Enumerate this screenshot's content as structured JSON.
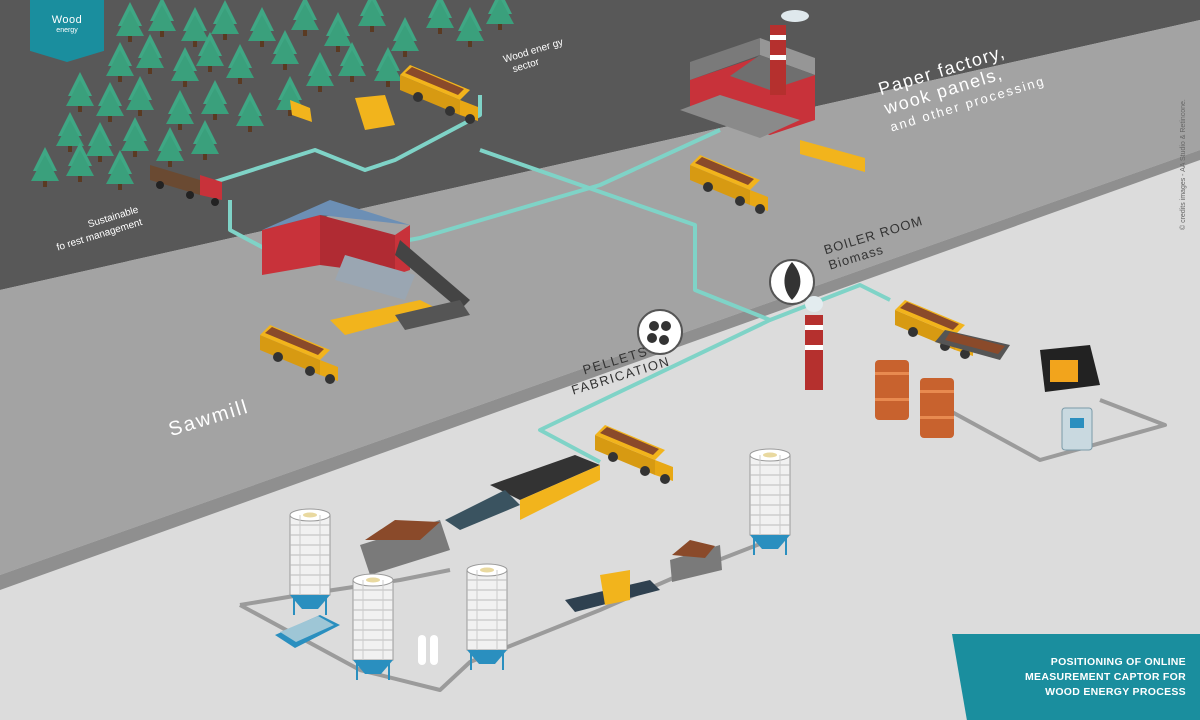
{
  "badge": {
    "title": "Wood",
    "subtitle": "energy"
  },
  "labels": {
    "wood_energy_sector": [
      "Wood ener gy",
      "sector"
    ],
    "sustainable": [
      "Sustainable",
      "fo rest management"
    ],
    "paper_factory": [
      "Paper factory,",
      "wook panels,",
      "and other processing"
    ],
    "sawmill": "Sawmill",
    "boiler_room": [
      "BOILER ROOM",
      "Biomass"
    ],
    "pellets": [
      "PELLETS",
      "FABRICATION"
    ]
  },
  "credits": "© credits images - AA Studio & Retincone.",
  "footer": [
    "POSITIONING OF ONLINE",
    "MEASUREMENT CAPTOR FOR",
    "WOOD  ENERGY PROCESS"
  ],
  "colors": {
    "accent": "#1a8e9e",
    "pipe": "#7fd3c7",
    "band_top": "#585858",
    "band_mid": "#9c9c9c",
    "floor": "#dcdcdc",
    "truck": "#f2b41c",
    "barn": "#c8323a",
    "chimney": "#b5302e",
    "tree": "#3fa784"
  }
}
